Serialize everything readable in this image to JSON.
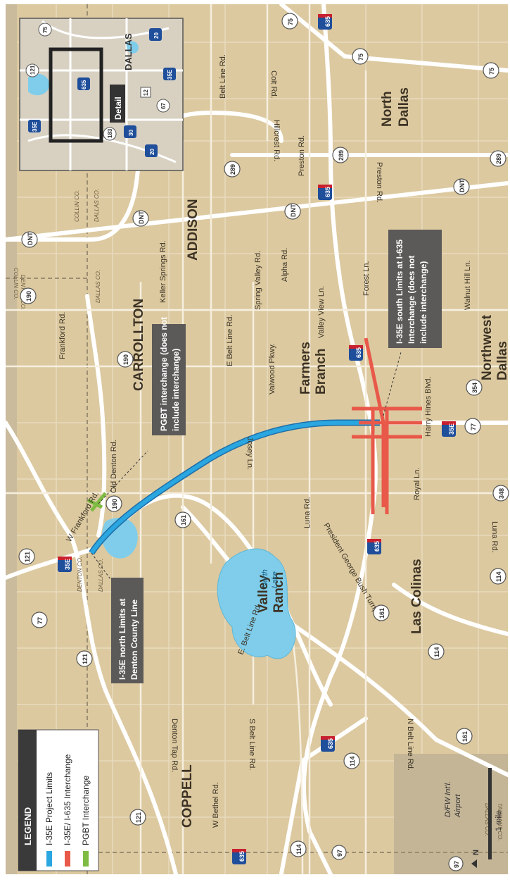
{
  "legend": {
    "title": "LEGEND",
    "items": [
      {
        "label": "I-35E Project Limits",
        "color": "#2aa6e0"
      },
      {
        "label": "I-35E/ I-635 Interchange",
        "color": "#e8594a"
      },
      {
        "label": "PGBT Interchange",
        "color": "#7dbb42"
      }
    ]
  },
  "callouts": {
    "north": [
      "I-35E north Limits at",
      "Denton County Line"
    ],
    "pgbt": [
      "PGBT interchange (does not",
      "include interchange)"
    ],
    "south": [
      "I-35E south Limits at I-635",
      "Interchange (does not",
      "include interchange)"
    ]
  },
  "inset": {
    "city": "DALLAS",
    "detail": "Detail",
    "shields": [
      "75",
      "635",
      "20",
      "35E",
      "121",
      "12",
      "67",
      "35E",
      "183",
      "30",
      "20"
    ]
  },
  "cities": [
    "CARROLLTON",
    "ADDISON",
    "Farmers",
    "Branch",
    "Valley",
    "Ranch",
    "Las Colinas",
    "North",
    "Dallas",
    "Northwest",
    "Dallas",
    "COPPELL"
  ],
  "roads": {
    "frankford": "Frankford Rd.",
    "w_frankford": "W Frankford Rd.",
    "old_denton": "Old Denton Rd.",
    "keller": "Keller Springs Rd.",
    "e_belt": "E Belt Line Rd.",
    "spring_valley": "Spring Valley Rd.",
    "alpha": "Alpha Rd.",
    "valwood": "Valwood Pkwy.",
    "valley_view": "Valley View Ln.",
    "forest": "Forest Ln.",
    "josey": "Josey Ln.",
    "harry_hines": "Harry Hines Blvd.",
    "walnut": "Walnut Hill Ln.",
    "luna": "Luna Rd.",
    "luna2": "Luna Rd.",
    "royal": "Royal Ln.",
    "pgbt": "President George Bush Turnpike",
    "belt_north": "Belt Line Rd.",
    "hillcrest": "Hillcrest Rd.",
    "coit": "Coit Rd.",
    "preston": "Preston Rd.",
    "preston2": "Preston Rd.",
    "e_belt_line": "E. Belt Line Rd.",
    "denton_tap": "Denton Tap Rd.",
    "s_belt": "S Belt Line Rd.",
    "n_belt": "N Belt Line Rd.",
    "w_bethel": "W Bethel Rd."
  },
  "counties": {
    "collin_co_1": "COLLIN CO.",
    "dallas_co_1": "DALLAS CO.",
    "collin_co_2": "COLLIN CO.",
    "denton_co_1": "DENTON CO.",
    "dallas_co_2": "DALLAS CO.",
    "denton_co_2": "DENTON CO.",
    "dallas_co_3": "DALLAS CO.",
    "dallas_co_4": "DALLAS CO.",
    "tarrant_co": "TARRANT CO."
  },
  "lake": [
    "North",
    "Lake"
  ],
  "airport": [
    "D/FW Int'l.",
    "Airport"
  ],
  "scale": {
    "label": "1 mile",
    "north": "N"
  },
  "shields": {
    "i635": "635",
    "i35e": "35E",
    "us75": "75",
    "sh289": "289",
    "dnt": "DNT",
    "sh190": "190",
    "sh121": "121",
    "sh77": "77",
    "sh161": "161",
    "sh114": "114",
    "sh354": "354",
    "sh348": "348",
    "sh97": "97"
  }
}
